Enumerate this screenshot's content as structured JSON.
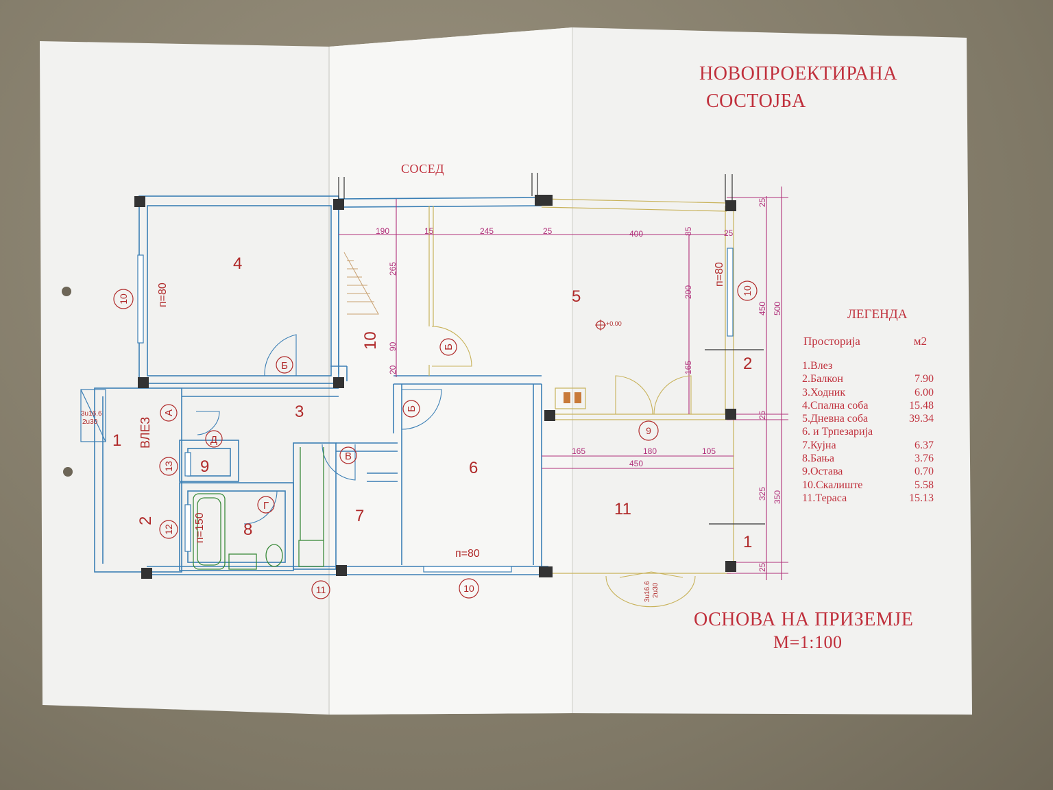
{
  "title": {
    "line1": "НОВОПРОЕКТИРАНА",
    "line2": "СОСТОЈБА"
  },
  "neighbor_label": "СОСЕД",
  "plan_title": "ОСНОВА НА ПРИЗЕМЈЕ",
  "scale": "М=1:100",
  "legend": {
    "title": "ЛЕГЕНДА",
    "col_room": "Просторија",
    "col_area": "м2",
    "items": [
      {
        "label": "1.Влез",
        "value": ""
      },
      {
        "label": "2.Балкон",
        "value": "7.90"
      },
      {
        "label": "3.Ходник",
        "value": "6.00"
      },
      {
        "label": "4.Спална соба",
        "value": "15.48"
      },
      {
        "label": "5.Дневна соба",
        "value": "39.34"
      },
      {
        "label": "6. и Трпезарија",
        "value": ""
      },
      {
        "label": "7.Кујна",
        "value": "6.37"
      },
      {
        "label": "8.Бања",
        "value": "3.76"
      },
      {
        "label": "9.Остава",
        "value": "0.70"
      },
      {
        "label": "10.Скалиште",
        "value": "5.58"
      },
      {
        "label": "11.Тераса",
        "value": "15.13"
      }
    ]
  },
  "rooms": {
    "r1": "1",
    "r2": "2",
    "r3": "3",
    "r4": "4",
    "r5": "5",
    "r6": "6",
    "r7": "7",
    "r8": "8",
    "r9": "9",
    "r10": "10",
    "r11": "11",
    "r2b": "2",
    "r1b": "1"
  },
  "entrance_label": "ВЛЕЗ",
  "door_tags": {
    "a": "А",
    "b1": "Б",
    "b2": "Б",
    "b3": "Б",
    "v": "В",
    "g": "Г",
    "d": "Д"
  },
  "window_tags": {
    "w10a": "10",
    "w10b": "10",
    "w10c": "10",
    "w13": "13",
    "w12": "12",
    "w11": "11",
    "w9": "9"
  },
  "window_notes": {
    "n1": "п=80",
    "n2": "п=80",
    "n3": "п=80",
    "n4": "п=150"
  },
  "stair_notes": {
    "s1a": "3u16.6",
    "s1b": "2u30",
    "s2a": "3u16.6",
    "s2b": "2u30"
  },
  "level_mark": "+0.00",
  "dims": {
    "top": [
      "190",
      "15",
      "245",
      "25",
      "400",
      "85",
      "25"
    ],
    "mid": [
      "165",
      "180",
      "105",
      "450"
    ],
    "v_left": [
      "265",
      "90",
      "20"
    ],
    "v_mid": [
      "200",
      "165"
    ],
    "v_right_inner": [
      "25",
      "450",
      "25",
      "325",
      "25"
    ],
    "v_right_outer": [
      "500",
      "350"
    ]
  }
}
